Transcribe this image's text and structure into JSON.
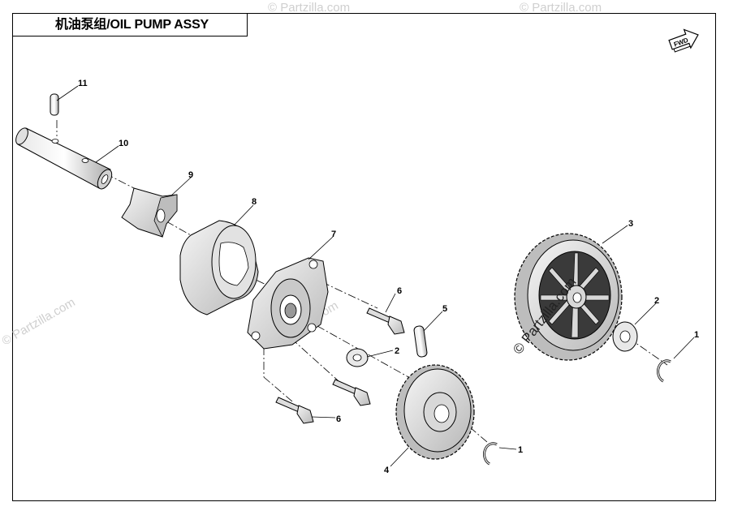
{
  "title": "机油泵组/OIL PUMP ASSY",
  "fwd_label": "FWD",
  "watermark": "© Partzilla.com",
  "callouts": {
    "c1a": "1",
    "c1b": "1",
    "c2a": "2",
    "c2b": "2",
    "c3": "3",
    "c4": "4",
    "c5": "5",
    "c6a": "6",
    "c6b": "6",
    "c7": "7",
    "c8": "8",
    "c9": "9",
    "c10": "10",
    "c11": "11"
  },
  "colors": {
    "line": "#000000",
    "shade": "#c8c8c8",
    "light": "#ececec"
  }
}
